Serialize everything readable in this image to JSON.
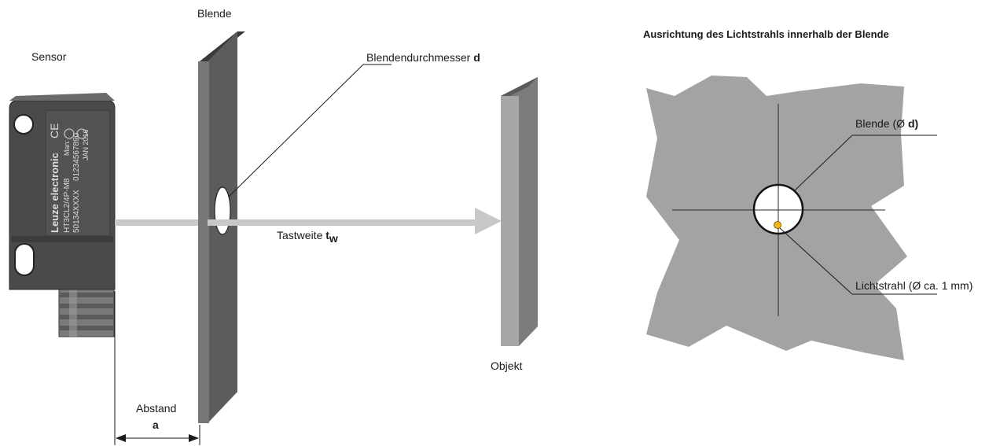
{
  "left_panel": {
    "sensor_label": "Sensor",
    "blende_label": "Blende",
    "diameter_label": "Blendendurchmesser",
    "diameter_symbol": "d",
    "range_label": "Tastweite",
    "range_symbol": "t",
    "range_subscript": "w",
    "object_label": "Objekt",
    "distance_label": "Abstand",
    "distance_symbol": "a"
  },
  "sensor_housing": {
    "brand": "Leuze electronic",
    "model": "HT3CL2/4P-M8",
    "part_number": "50134XXXX",
    "serial": "01234567890",
    "man_label": "Man:",
    "date": "JAN 2016",
    "ce_mark": "CE"
  },
  "right_panel": {
    "title": "Ausrichtung des Lichtstrahls innerhalb der Blende",
    "aperture_label_prefix": "Blende (Ø ",
    "aperture_label_symbol": "d)",
    "beam_label": "Lichtstrahl (Ø ca. 1 mm)"
  },
  "colors": {
    "sensor_body": "#4a4a4a",
    "plate_front": "#6f6f6f",
    "plate_top": "#3a3a3a",
    "object_front": "#a6a6a6",
    "object_side": "#7c7c7c",
    "beam": "#c8c8c8",
    "paper": "#a3a3a3",
    "light_spot": "#f2b417"
  }
}
